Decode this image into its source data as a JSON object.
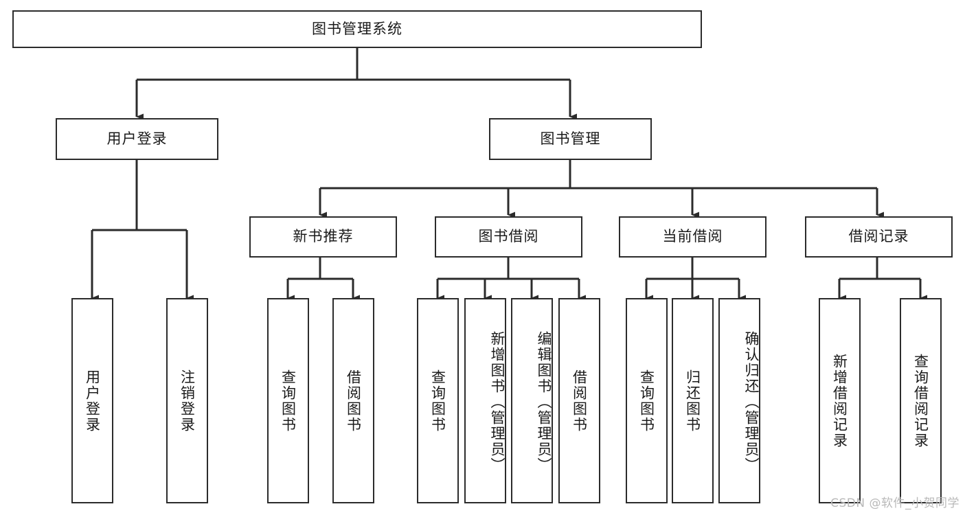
{
  "diagram": {
    "title": "图书管理系统",
    "type": "tree",
    "watermark": "CSDN @软件_小贺同学",
    "colors": {
      "box_border": "#2b2b2b",
      "box_fill": "#ffffff",
      "edge": "#2b2b2b",
      "text": "#1a1a1a",
      "watermark": "#b9b9b9"
    },
    "nodes": {
      "root": {
        "label": "图书管理系统",
        "level": 0
      },
      "l1": [
        {
          "id": "user_login",
          "label": "用户登录",
          "level": 1
        },
        {
          "id": "book_manage",
          "label": "图书管理",
          "level": 1
        }
      ],
      "l2": [
        {
          "id": "new_book_rec",
          "label": "新书推荐",
          "level": 2,
          "parent": "book_manage"
        },
        {
          "id": "book_borrow",
          "label": "图书借阅",
          "level": 2,
          "parent": "book_manage"
        },
        {
          "id": "current_borrow",
          "label": "当前借阅",
          "level": 2,
          "parent": "book_manage"
        },
        {
          "id": "borrow_record",
          "label": "借阅记录",
          "level": 2,
          "parent": "book_manage"
        }
      ],
      "leaves": [
        {
          "id": "leaf_user_login",
          "label": "用户登录",
          "parent": "user_login"
        },
        {
          "id": "leaf_user_logout",
          "label": "注销登录",
          "parent": "user_login"
        },
        {
          "id": "leaf_rec_query",
          "label": "查询图书",
          "parent": "new_book_rec"
        },
        {
          "id": "leaf_rec_borrow",
          "label": "借阅图书",
          "parent": "new_book_rec"
        },
        {
          "id": "leaf_borrow_query",
          "label": "查询图书",
          "parent": "book_borrow"
        },
        {
          "id": "leaf_borrow_add",
          "label": "新增图书（管理员）",
          "parent": "book_borrow"
        },
        {
          "id": "leaf_borrow_edit",
          "label": "编辑图书（管理员）",
          "parent": "book_borrow"
        },
        {
          "id": "leaf_borrow_do",
          "label": "借阅图书",
          "parent": "book_borrow"
        },
        {
          "id": "leaf_cur_query",
          "label": "查询图书",
          "parent": "current_borrow"
        },
        {
          "id": "leaf_cur_return",
          "label": "归还图书",
          "parent": "current_borrow"
        },
        {
          "id": "leaf_cur_confirm",
          "label": "确认归还（管理员）",
          "parent": "current_borrow"
        },
        {
          "id": "leaf_rec_add",
          "label": "新增借阅记录",
          "parent": "borrow_record"
        },
        {
          "id": "leaf_rec_query2",
          "label": "查询借阅记录",
          "parent": "borrow_record"
        }
      ]
    }
  }
}
